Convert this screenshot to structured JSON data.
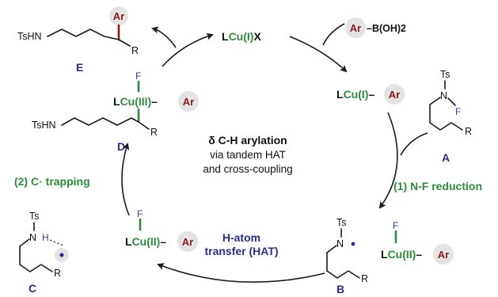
{
  "colors": {
    "ink": "#111111",
    "copper": "#2e8b3e",
    "aryl": "#8b1a1a",
    "label": "#2c2c8c",
    "highlight": "#e3e3e3"
  },
  "center": {
    "title": "δ C-H arylation",
    "line2": "via tandem HAT",
    "line3": "and cross-coupling"
  },
  "catalyst": {
    "l": "L",
    "cu": "Cu(I)",
    "x": "X"
  },
  "boronic": {
    "ar": "Ar",
    "suffix": "–B(OH)2"
  },
  "lcu_ar": {
    "l": "L",
    "cu": "Cu(I)",
    "dash": "–",
    "ar": "Ar"
  },
  "species_a": {
    "label": "A",
    "ts": "Ts",
    "n": "N",
    "f": "F",
    "r": "R"
  },
  "step1": "(1) N-F reduction",
  "species_b": {
    "label": "B",
    "ts": "Ts",
    "n": "N",
    "r": "R",
    "f": "F",
    "l": "L",
    "cu": "Cu(II)",
    "dash": "–",
    "ar": "Ar"
  },
  "hat_step": {
    "line1": "H-atom",
    "line2": "transfer (HAT)"
  },
  "species_c": {
    "label": "C",
    "ts": "Ts",
    "n": "N",
    "h": "H",
    "r": "R",
    "f": "F",
    "l": "L",
    "cu": "Cu(II)",
    "dash": "–",
    "ar": "Ar"
  },
  "step2": "(2) C· trapping",
  "species_d": {
    "label": "D",
    "f": "F",
    "l": "L",
    "cu": "Cu(III)",
    "dash": "–",
    "ar": "Ar",
    "tshn": "TsHN",
    "r": "R"
  },
  "species_e": {
    "label": "E",
    "tshn": "TsHN",
    "ar": "Ar",
    "r": "R"
  }
}
